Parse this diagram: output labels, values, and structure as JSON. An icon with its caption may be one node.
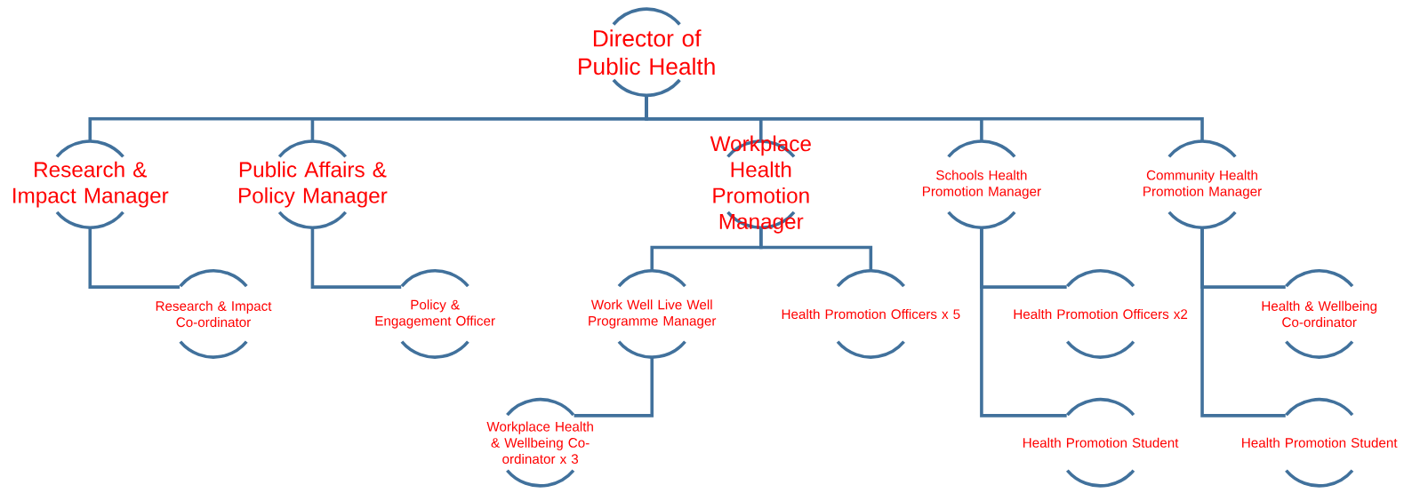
{
  "diagram": {
    "nodes": [
      {
        "text": [
          "Director of Public Health"
        ]
      },
      {
        "text": [
          "Research & Impact Manager"
        ]
      },
      {
        "text": [
          "Public Affairs & Policy Manager"
        ]
      },
      {
        "text": [
          "Workplace Health Promotion Manager"
        ]
      },
      {
        "text": [
          "Schools Health Promotion Manager"
        ]
      },
      {
        "text": [
          "Community Health Promotion Manager"
        ]
      },
      {
        "text": [
          "Research & Impact Co-ordinator"
        ]
      },
      {
        "text": [
          "Policy & Engagement Officer"
        ]
      },
      {
        "text": [
          "Work Well Live Well Programme Manager"
        ]
      },
      {
        "text": [
          "Health Promotion Officers x 5"
        ]
      },
      {
        "text": [
          "Workplace Health & Wellbeing Co-ordinator x 3"
        ]
      },
      {
        "text": [
          "Health Promotion Officers x2"
        ]
      },
      {
        "text": [
          "Health Promotion Student"
        ]
      },
      {
        "text": [
          "Health & Wellbeing Co-ordinator"
        ]
      },
      {
        "text": [
          "Health Promotion Student"
        ]
      }
    ],
    "edges": [
      {
        "from": 0,
        "to": 1,
        "arrow": "none"
      },
      {
        "from": 0,
        "to": 2,
        "arrow": "none"
      },
      {
        "from": 0,
        "to": 3,
        "arrow": "none"
      },
      {
        "from": 0,
        "to": 4,
        "arrow": "none"
      },
      {
        "from": 0,
        "to": 5,
        "arrow": "none"
      },
      {
        "from": 1,
        "to": 6,
        "arrow": "none"
      },
      {
        "from": 2,
        "to": 7,
        "arrow": "none"
      },
      {
        "from": 3,
        "to": 8,
        "arrow": "none"
      },
      {
        "from": 3,
        "to": 9,
        "arrow": "none"
      },
      {
        "from": 8,
        "to": 10,
        "arrow": "none"
      },
      {
        "from": 4,
        "to": 11,
        "arrow": "none"
      },
      {
        "from": 4,
        "to": 12,
        "arrow": "none"
      },
      {
        "from": 5,
        "to": 13,
        "arrow": "none"
      },
      {
        "from": 5,
        "to": 14,
        "arrow": "none"
      }
    ]
  }
}
